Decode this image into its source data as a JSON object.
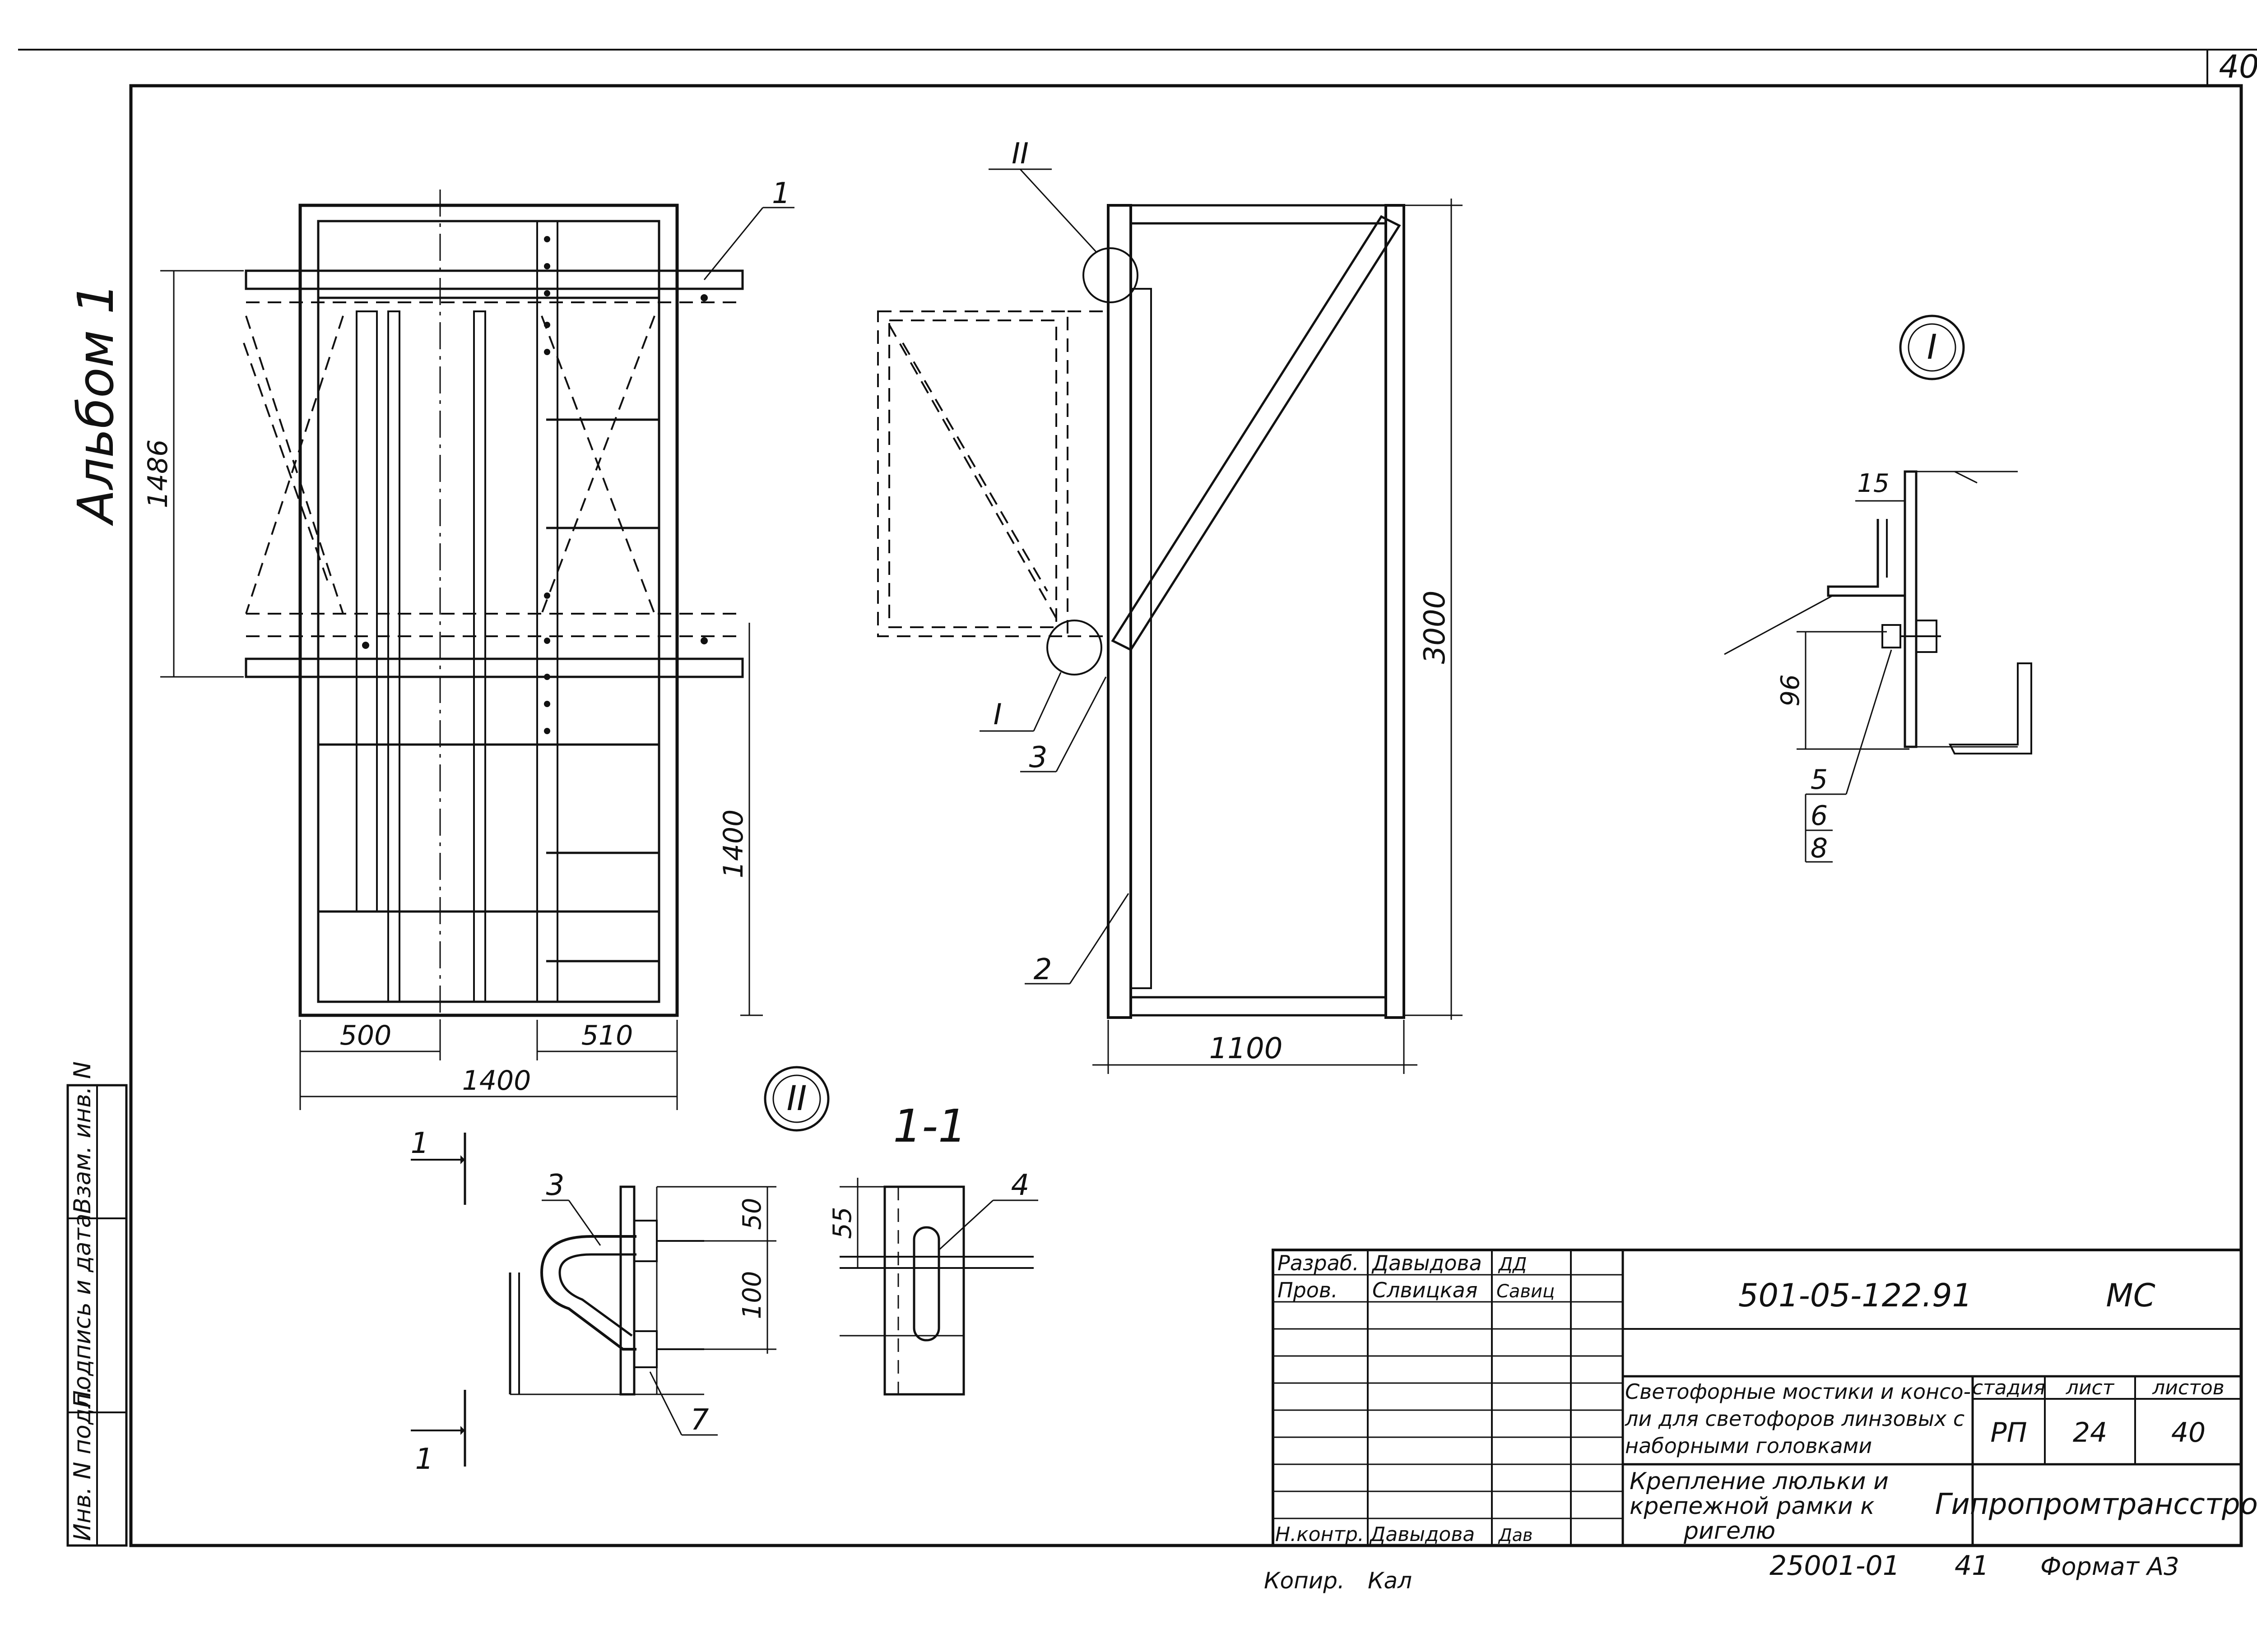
{
  "page": {
    "sheet_number": "40"
  },
  "album_label": "Альбом 1",
  "views": {
    "plan": {
      "item_labels": [
        "1"
      ],
      "dims": {
        "height_top": "1486",
        "height_bottom": "1400",
        "left_width": "500",
        "right_width": "510",
        "total_width": "1400"
      }
    },
    "side": {
      "item_labels": [
        "2",
        "3"
      ],
      "node_labels": [
        "II",
        "I"
      ],
      "dims": {
        "height": "3000",
        "width": "1100"
      }
    },
    "detail_1": {
      "circle_label": "I",
      "dims": {
        "gap": "15",
        "offset": "96"
      },
      "item_labels": [
        "5",
        "6",
        "8"
      ]
    },
    "detail_2": {
      "circle_label": "II",
      "section_marks": [
        "1",
        "1"
      ],
      "item_labels": [
        "3",
        "7"
      ],
      "dims": {
        "top": "50",
        "bottom": "100"
      }
    },
    "section_1_1": {
      "title": "1-1",
      "item_labels": [
        "4"
      ],
      "dims": {
        "top": "55"
      }
    }
  },
  "side_stamp": [
    "Инв. N подл.",
    "Подпись и дата",
    "Взам. инв. N"
  ],
  "title_block": {
    "roles": [
      {
        "role": "Разраб.",
        "name": "Давыдова",
        "sign": "ДД"
      },
      {
        "role": "Пров.",
        "name": "Слвицкая",
        "sign": "Савиц"
      },
      {
        "role": "Н.контр.",
        "name": "Давыдова",
        "sign": "Дав"
      }
    ],
    "doc_code": "501-05-122.91",
    "doc_mark": "МС",
    "project_title": [
      "Светофорные мостики и консо-",
      "ли для светофоров линзовых с",
      "наборными головками"
    ],
    "sheet_title": [
      "Крепление люльки и",
      "крепежной рамки к",
      "ригелю"
    ],
    "col_headers": [
      "стадия",
      "лист",
      "листов"
    ],
    "stage": "РП",
    "sheet": "24",
    "sheets": "40",
    "organization": "Гипропромтрансстрой",
    "copied_label": "Копир.",
    "copied_sign": "Кал",
    "archive_code": "25001-01",
    "archive_page": "41",
    "format": "Формат А3"
  }
}
